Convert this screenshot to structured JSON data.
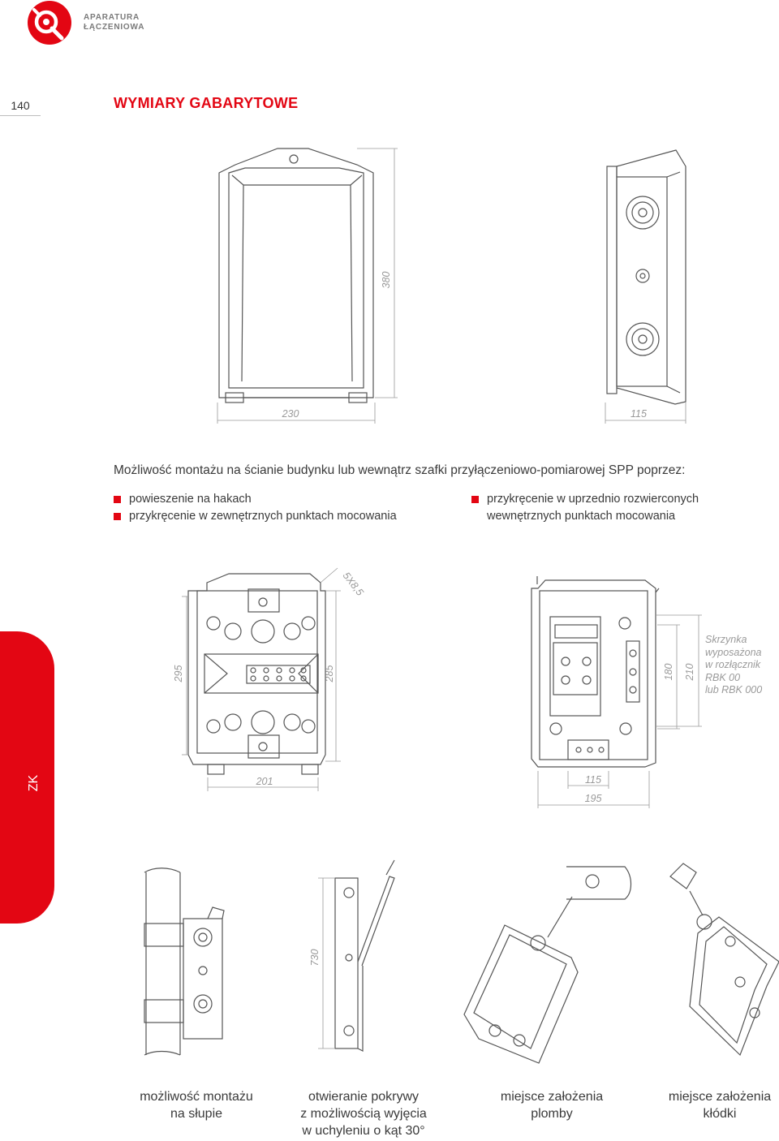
{
  "header": {
    "brand_line1": "APARATURA",
    "brand_line2": "ŁĄCZENIOWA",
    "page_number": "140",
    "section_title": "WYMIARY GABARYTOWE"
  },
  "side_tab": {
    "label": "ZK",
    "color": "#e30613"
  },
  "top_drawing": {
    "dim_height": "380",
    "dim_width": "230",
    "dim_depth": "115"
  },
  "mounting": {
    "intro": "Możliwość montażu na ścianie budynku lub wewnątrz szafki przyłączeniowo-pomiarowej SPP poprzez:",
    "left_bullets": [
      "powieszenie na hakach",
      "przykręcenie w zewnętrznych punktach mocowania"
    ],
    "right_bullet_line1": "przykręcenie w uprzednio rozwierconych",
    "right_bullet_line2": "wewnętrznych punktach mocowania"
  },
  "middle_drawing": {
    "dim_hole": "5X8,5",
    "dim_outer_height": "295",
    "dim_inner_height": "285",
    "dim_width": "201",
    "dim_rbk_height_a": "180",
    "dim_rbk_height_b": "210",
    "dim_rbk_width_a": "115",
    "dim_rbk_width_b": "195",
    "note_lines": [
      "Skrzynka",
      "wyposażona",
      "w rozłącznik",
      "RBK 00",
      "lub RBK 000"
    ]
  },
  "bottom_drawing": {
    "dim_angle_length": "730"
  },
  "captions": [
    {
      "line1": "możliwość montażu",
      "line2": "na słupie",
      "line3": ""
    },
    {
      "line1": "otwieranie pokrywy",
      "line2": "z możliwością wyjęcia",
      "line3": "w uchyleniu o kąt 30°"
    },
    {
      "line1": "miejsce założenia",
      "line2": "plomby",
      "line3": ""
    },
    {
      "line1": "miejsce założenia",
      "line2": "kłódki",
      "line3": ""
    }
  ]
}
